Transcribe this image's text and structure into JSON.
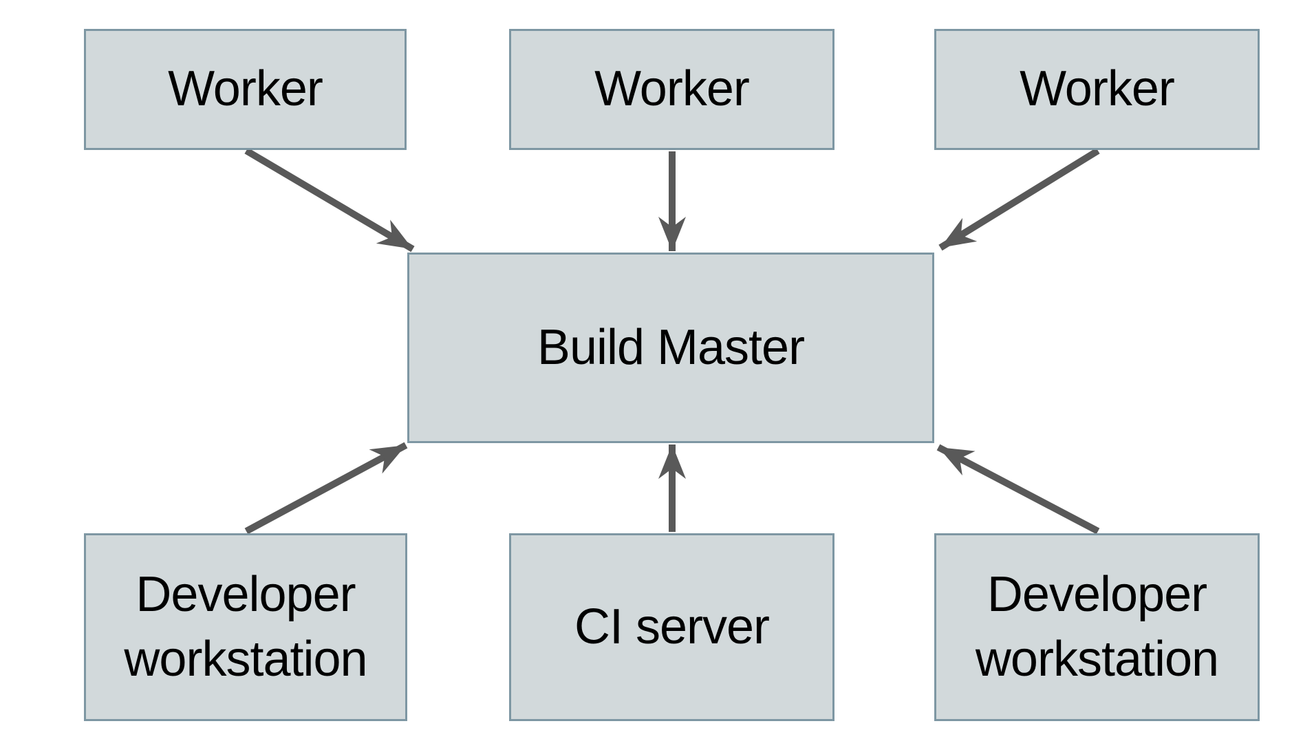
{
  "diagram": {
    "nodes": {
      "worker_1": {
        "label": "Worker"
      },
      "worker_2": {
        "label": "Worker"
      },
      "worker_3": {
        "label": "Worker"
      },
      "build_master": {
        "label": "Build Master"
      },
      "dev_left": {
        "label": "Developer workstation"
      },
      "ci_server": {
        "label": "CI server"
      },
      "dev_right": {
        "label": "Developer workstation"
      }
    },
    "edges": [
      {
        "from": "worker_1",
        "to": "build_master"
      },
      {
        "from": "worker_2",
        "to": "build_master"
      },
      {
        "from": "worker_3",
        "to": "build_master"
      },
      {
        "from": "dev_left",
        "to": "build_master"
      },
      {
        "from": "ci_server",
        "to": "build_master"
      },
      {
        "from": "dev_right",
        "to": "build_master"
      }
    ],
    "colors": {
      "background": "#ffffff",
      "node_fill": "#d2d9db",
      "node_border": "#7e97a3",
      "arrow": "#595959",
      "text": "#000000"
    }
  }
}
